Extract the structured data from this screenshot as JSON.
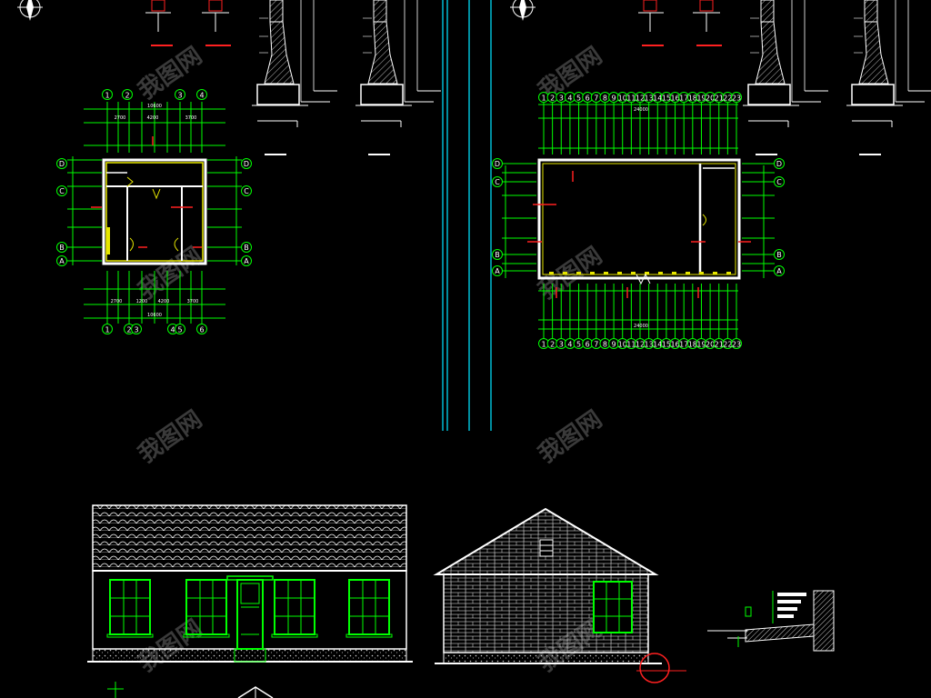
{
  "drawing": {
    "sheet_color": "#000000",
    "colors": {
      "line_white": "#ffffff",
      "line_green": "#00ff00",
      "line_cyan": "#00bcd4",
      "line_red": "#ff2020",
      "line_yellow": "#e6e600",
      "hatch_grey": "#9a9a9a"
    },
    "icons": [
      "north-arrow-icon",
      "north-arrow-icon"
    ],
    "watermark_text": "我图网"
  },
  "left_plan": {
    "grid_top": [
      "1",
      "2",
      "3",
      "4"
    ],
    "grid_bottom": [
      "1",
      "2",
      "3",
      "4",
      "5",
      "6"
    ],
    "grid_side": [
      "D",
      "C",
      "B",
      "A"
    ],
    "dims_top": [
      "2700",
      "4200",
      "3700"
    ],
    "overall_top": "10600",
    "dims_bottom": [
      "2700",
      "1200",
      "4200",
      "3700"
    ],
    "overall_bottom": "10600"
  },
  "right_plan": {
    "grid_top": [
      "1",
      "2",
      "3",
      "4",
      "5",
      "6",
      "7",
      "8",
      "9",
      "10",
      "11",
      "12",
      "13",
      "14",
      "15",
      "16",
      "17",
      "18",
      "19",
      "20",
      "21",
      "22",
      "23"
    ],
    "grid_bottom": [
      "1",
      "2",
      "3",
      "4",
      "5",
      "6",
      "7",
      "8",
      "9",
      "10",
      "11",
      "12",
      "13",
      "14",
      "15",
      "16",
      "17",
      "18",
      "19",
      "20",
      "21",
      "22",
      "23"
    ],
    "grid_side": [
      "D",
      "C",
      "B",
      "A"
    ],
    "overall_top": "24000",
    "overall_bottom": "24000"
  }
}
